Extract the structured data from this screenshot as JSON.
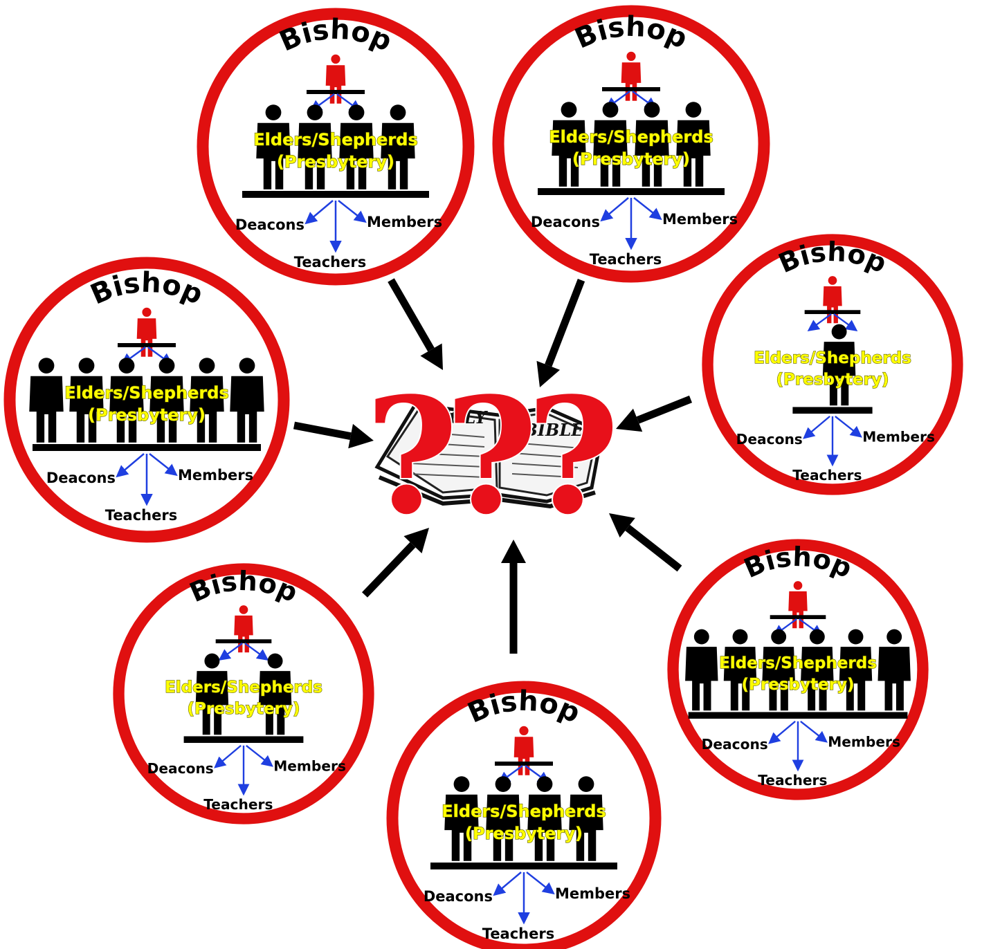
{
  "colors": {
    "ring": "#e01010",
    "bishop_figure": "#e01010",
    "elder_figure": "#000000",
    "elder_label": "#ffff00",
    "role_arrow": "#1f3fe0",
    "connector_arrow": "#000000",
    "question_mark": "#e8101a"
  },
  "center": {
    "bible_words": [
      "HOLY",
      "BIBLE"
    ],
    "question_marks": [
      "?",
      "?",
      "?"
    ]
  },
  "churches": [
    {
      "title": "Bishop",
      "elders_line1": "Elders/Shepherds",
      "elders_line2": "(Presbytery)",
      "deacons": "Deacons",
      "members": "Members",
      "teachers": "Teachers",
      "elder_count": 4
    },
    {
      "title": "Bishop",
      "elders_line1": "Elders/Shepherds",
      "elders_line2": "(Presbytery)",
      "deacons": "Deacons",
      "members": "Members",
      "teachers": "Teachers",
      "elder_count": 4
    },
    {
      "title": "Bishop",
      "elders_line1": "Elders/Shepherds",
      "elders_line2": "(Presbytery)",
      "deacons": "Deacons",
      "members": "Members",
      "teachers": "Teachers",
      "elder_count": 6
    },
    {
      "title": "Bishop",
      "elders_line1": "Elders/Shepherds",
      "elders_line2": "(Presbytery)",
      "deacons": "Deacons",
      "members": "Members",
      "teachers": "Teachers",
      "elder_count": 1
    },
    {
      "title": "Bishop",
      "elders_line1": "Elders/Shepherds",
      "elders_line2": "(Presbytery)",
      "deacons": "Deacons",
      "members": "Members",
      "teachers": "Teachers",
      "elder_count": 2
    },
    {
      "title": "Bishop",
      "elders_line1": "Elders/Shepherds",
      "elders_line2": "(Presbytery)",
      "deacons": "Deacons",
      "members": "Members",
      "teachers": "Teachers",
      "elder_count": 6
    },
    {
      "title": "Bishop",
      "elders_line1": "Elders/Shepherds",
      "elders_line2": "(Presbytery)",
      "deacons": "Deacons",
      "members": "Members",
      "teachers": "Teachers",
      "elder_count": 4
    }
  ]
}
